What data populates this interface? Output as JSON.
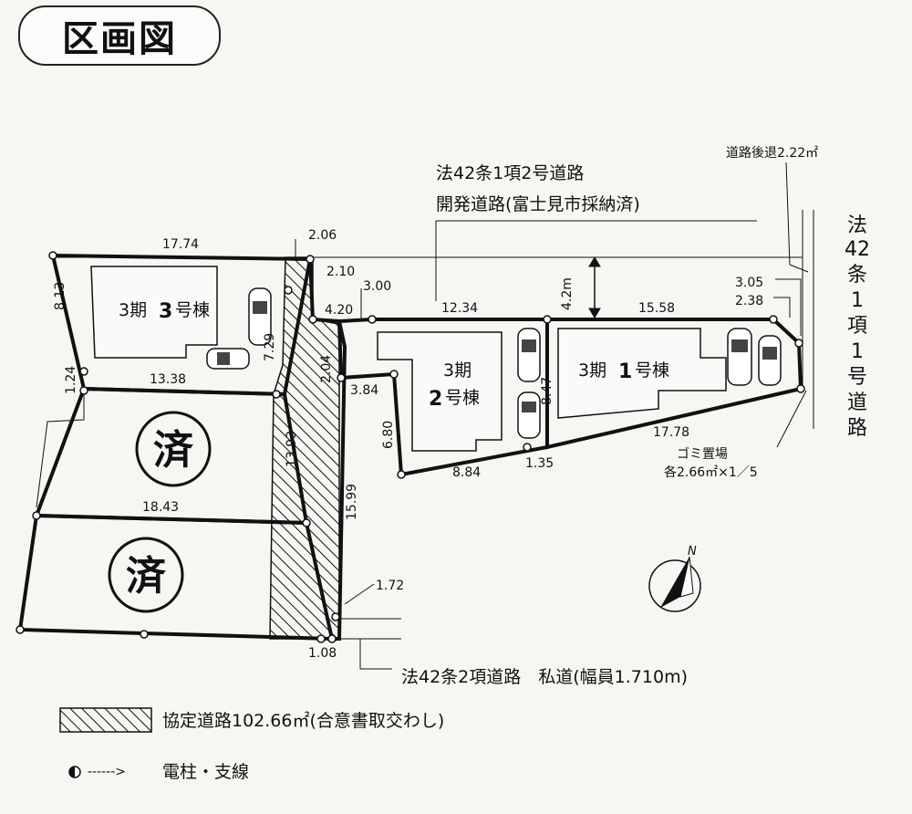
{
  "title": "区画図",
  "roads": {
    "top_line1": "法42条1項2号道路",
    "top_line2": "開発道路(富士見市採納済)",
    "right_road": [
      "法",
      "42",
      "条",
      "1",
      "項",
      "1",
      "号",
      "道",
      "路"
    ],
    "bottom_road": "法42条2項道路　私道(幅員1.710m)",
    "setback": "道路後退2.22㎡",
    "width_4_2": "4.2m"
  },
  "lots": {
    "lot3": {
      "prefix": "3期",
      "num": "3",
      "suffix": "号棟"
    },
    "lot2": {
      "line1": "3期",
      "num": "2",
      "suffix": "号棟"
    },
    "lot1": {
      "prefix": "3期",
      "num": "1",
      "suffix": "号棟"
    },
    "sold_mark": "済"
  },
  "garbage": {
    "line1": "ゴミ置場",
    "line2": "各2.66㎡×1／5"
  },
  "dims": {
    "d1774": "17.74",
    "d206": "2.06",
    "d210": "2.10",
    "d300": "3.00",
    "d420": "4.20",
    "d1234": "12.34",
    "d1558": "15.58",
    "d305": "3.05",
    "d238": "2.38",
    "d813": "8.13",
    "d124": "1.24",
    "d1338": "13.38",
    "d729": "7.29",
    "d204": "2.04",
    "d384": "3.84",
    "d680": "6.80",
    "d847": "8.47",
    "d1778": "17.78",
    "d1393": "13.93",
    "d884": "8.84",
    "d135": "1.35",
    "d1843": "18.43",
    "d1599": "15.99",
    "d172": "1.72",
    "d108": "1.08"
  },
  "compass": "N",
  "legend": {
    "shared_road": "協定道路102.66㎡(合意書取交わし)",
    "pole": "電柱・支線",
    "pole_arrow": "------>"
  },
  "colors": {
    "ink": "#111111",
    "paper": "#f6f6f3"
  }
}
